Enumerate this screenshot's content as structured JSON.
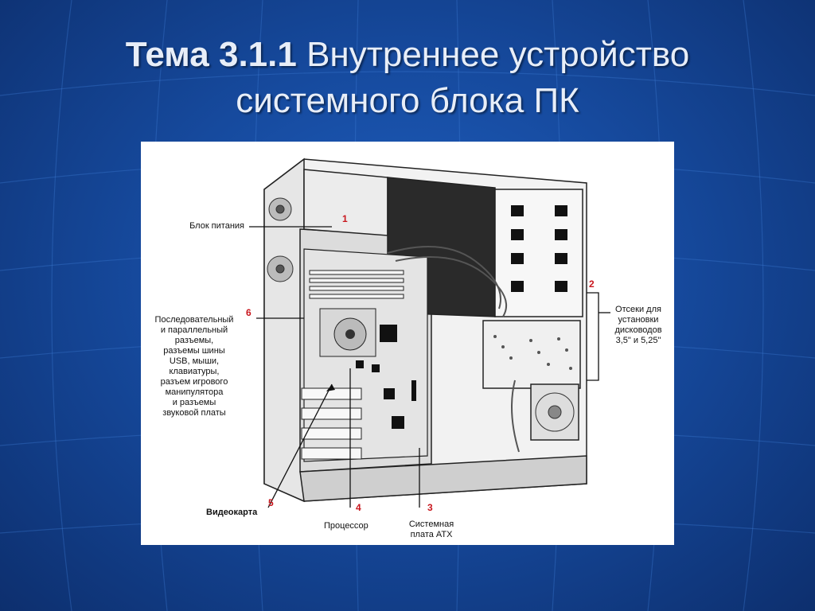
{
  "slide": {
    "title_bold": "Тема 3.1.1",
    "title_rest_line1": " Внутреннее устройство",
    "title_line2": "системного блока ПК",
    "background_color": "#164a9e",
    "title_color": "#e8eef8"
  },
  "diagram": {
    "callouts": [
      {
        "number": "1",
        "label": "Блок питания"
      },
      {
        "number": "2",
        "label_lines": [
          "Отсеки для",
          "установки",
          "дисководов",
          "3,5\" и 5,25\""
        ]
      },
      {
        "number": "3",
        "label_lines": [
          "Системная",
          "плата АТХ"
        ]
      },
      {
        "number": "4",
        "label": "Процессор"
      },
      {
        "number": "5",
        "label": "Видеокарта"
      },
      {
        "number": "6",
        "label_lines": [
          "Последовательный",
          "и параллельный",
          "разъемы,",
          "разъемы шины",
          "USB, мыши,",
          "клавиатуры,",
          "разъем игрового",
          "манипулятора",
          "и разъемы",
          "звуковой платы"
        ]
      }
    ],
    "callout_number_color": "#c8161d"
  }
}
